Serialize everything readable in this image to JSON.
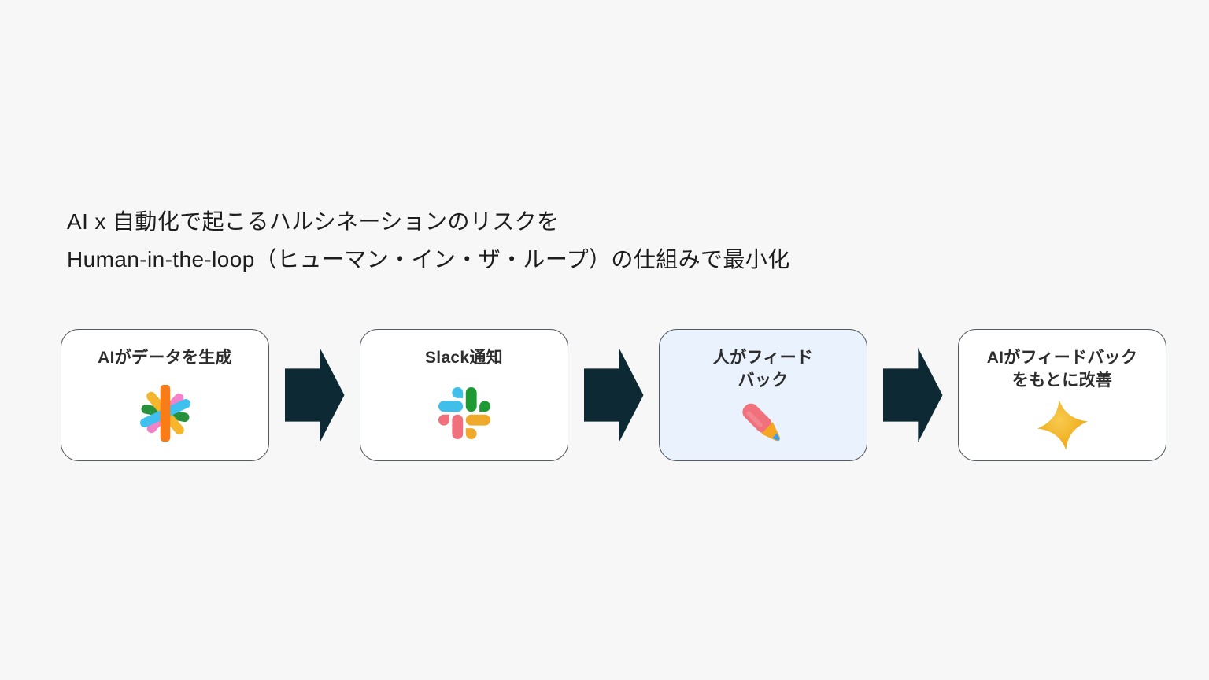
{
  "title": {
    "line1": "AI x 自動化で起こるハルシネーションのリスクを",
    "line2": "Human-in-the-loop（ヒューマン・イン・ザ・ループ）の仕組みで最小化"
  },
  "flow": {
    "steps": [
      {
        "id": "ai-generates-data",
        "lines": [
          "AIがデータを生成"
        ],
        "icon": "colorful-asterisk-icon",
        "highlighted": false
      },
      {
        "id": "slack-notification",
        "lines": [
          "Slack通知"
        ],
        "icon": "slack-icon",
        "highlighted": false
      },
      {
        "id": "human-feedback",
        "lines": [
          "人がフィード",
          "バック"
        ],
        "icon": "pencil-icon",
        "highlighted": true
      },
      {
        "id": "ai-improves",
        "lines": [
          "AIがフィードバック",
          "をもとに改善"
        ],
        "icon": "sparkle-icon",
        "highlighted": false
      }
    ]
  },
  "colors": {
    "background": "#f7f7f7",
    "box_background": "#ffffff",
    "box_border": "#565b61",
    "highlight_box_background": "#e9f2fd",
    "arrow": "#0d2933",
    "title_text": "#1d1d1d",
    "label_text": "#2d2d2d",
    "asterisk_orange": "#f97c16",
    "asterisk_pink": "#f383c8",
    "asterisk_cyan": "#3fc0ee",
    "asterisk_green": "#27913b",
    "asterisk_yellow": "#f5b52d",
    "slack_cyan": "#3fbfea",
    "slack_green": "#1e9a34",
    "slack_pink": "#f0717c",
    "slack_yellow": "#efa92b",
    "pencil_body": "#f0707b",
    "pencil_collar": "#f5a623",
    "pencil_tip": "#3b9ff0",
    "sparkle_gold": "#eca50f"
  }
}
